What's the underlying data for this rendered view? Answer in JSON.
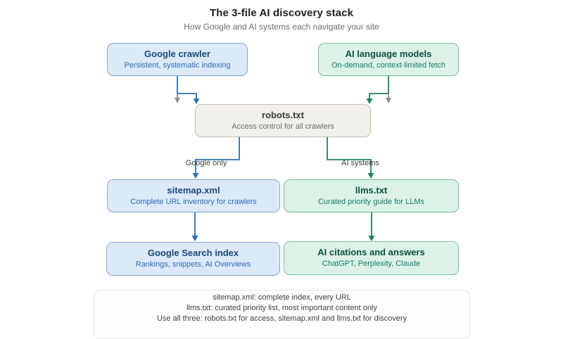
{
  "header": {
    "title": "The 3-file AI discovery stack",
    "subtitle": "How Google and AI systems each navigate your site"
  },
  "nodes": {
    "google_crawler": {
      "title": "Google crawler",
      "subtitle": "Persistent, systematic indexing"
    },
    "ai_models": {
      "title": "AI language models",
      "subtitle": "On-demand, context-limited fetch"
    },
    "robots": {
      "title": "robots.txt",
      "subtitle": "Access control for all crawlers"
    },
    "sitemap": {
      "title": "sitemap.xml",
      "subtitle": "Complete URL inventory for crawlers"
    },
    "llms": {
      "title": "llms.txt",
      "subtitle": "Curated priority guide for LLMs"
    },
    "search_index": {
      "title": "Google Search index",
      "subtitle": "Rankings, snippets, AI Overviews"
    },
    "ai_citations": {
      "title": "AI citations and answers",
      "subtitle": "ChatGPT, Perplexity, Claude"
    }
  },
  "edge_labels": {
    "google_only": "Google only",
    "ai_systems": "AI systems"
  },
  "note": {
    "line1": "sitemap.xml: complete index, every URL",
    "line2": "llms.txt: curated priority list, most important content only",
    "line3_clipped": "Use all three: robots.txt for access, sitemap.xml and llms.txt for discovery"
  },
  "colors": {
    "blue_fill": "#dce9f9",
    "blue_border": "#85abd8",
    "blue_title": "#1b4879",
    "blue_subtitle": "#2e6cb5",
    "blue_edge": "#2f6fae",
    "green_fill": "#ddf2e7",
    "green_border": "#77c2a0",
    "green_title": "#0b4f43",
    "green_subtitle": "#0f7e6a",
    "green_edge": "#1d8262",
    "gray_fill": "#f1efe9",
    "gray_border": "#c6c2b6",
    "gray_edge": "#8c8c8c",
    "note_border": "#e4e4e4",
    "background": "#ffffff"
  }
}
